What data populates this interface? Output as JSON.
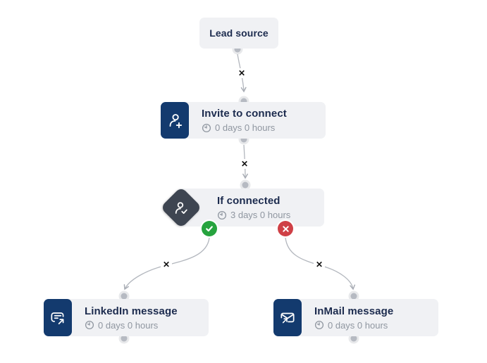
{
  "ui": {
    "remove_marker": "✕"
  },
  "colors": {
    "canvas-bg": "#ffffff",
    "card-bg": "#f0f1f4",
    "navy": "#133a6e",
    "slate": "#3e4551",
    "title": "#1c2b4e",
    "subtitle": "#8f96a0",
    "dot": "#b6bac2",
    "edge": "#b3b7be",
    "success": "#26a33e",
    "danger": "#cf4046"
  },
  "nodes": {
    "lead": {
      "title": "Lead source"
    },
    "invite": {
      "title": "Invite to connect",
      "delay": "0 days 0 hours",
      "icon": "person-add-icon"
    },
    "ifConnected": {
      "title": "If connected",
      "delay": "3 days 0 hours",
      "icon": "person-check-icon",
      "outcomes": {
        "success": "connected",
        "failure": "not-connected"
      }
    },
    "linkedin": {
      "title": "LinkedIn message",
      "delay": "0 days 0 hours",
      "icon": "chat-message-icon"
    },
    "inmail": {
      "title": "InMail message",
      "delay": "0 days 0 hours",
      "icon": "inmail-envelope-icon"
    }
  }
}
